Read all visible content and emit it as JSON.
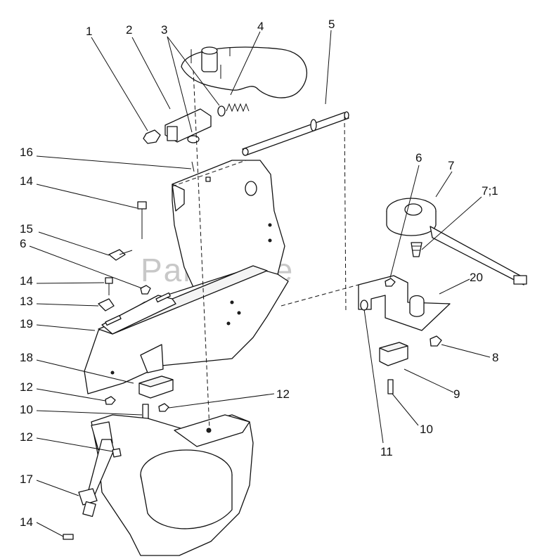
{
  "watermark": "PartsTree",
  "callouts": [
    {
      "id": "c1",
      "text": "1"
    },
    {
      "id": "c2",
      "text": "2"
    },
    {
      "id": "c3",
      "text": "3"
    },
    {
      "id": "c4",
      "text": "4"
    },
    {
      "id": "c5",
      "text": "5"
    },
    {
      "id": "c6a",
      "text": "6"
    },
    {
      "id": "c7",
      "text": "7"
    },
    {
      "id": "c71",
      "text": "7;1"
    },
    {
      "id": "c16",
      "text": "16"
    },
    {
      "id": "c14a",
      "text": "14"
    },
    {
      "id": "c15",
      "text": "15"
    },
    {
      "id": "c6b",
      "text": "6"
    },
    {
      "id": "c14b",
      "text": "14"
    },
    {
      "id": "c13",
      "text": "13"
    },
    {
      "id": "c19",
      "text": "19"
    },
    {
      "id": "c20",
      "text": "20"
    },
    {
      "id": "c8",
      "text": "8"
    },
    {
      "id": "c18",
      "text": "18"
    },
    {
      "id": "c9",
      "text": "9"
    },
    {
      "id": "c12a",
      "text": "12"
    },
    {
      "id": "c12b",
      "text": "12"
    },
    {
      "id": "c10a",
      "text": "10"
    },
    {
      "id": "c10b",
      "text": "10"
    },
    {
      "id": "c11",
      "text": "11"
    },
    {
      "id": "c12c",
      "text": "12"
    },
    {
      "id": "c17",
      "text": "17"
    },
    {
      "id": "c14c",
      "text": "14"
    }
  ]
}
